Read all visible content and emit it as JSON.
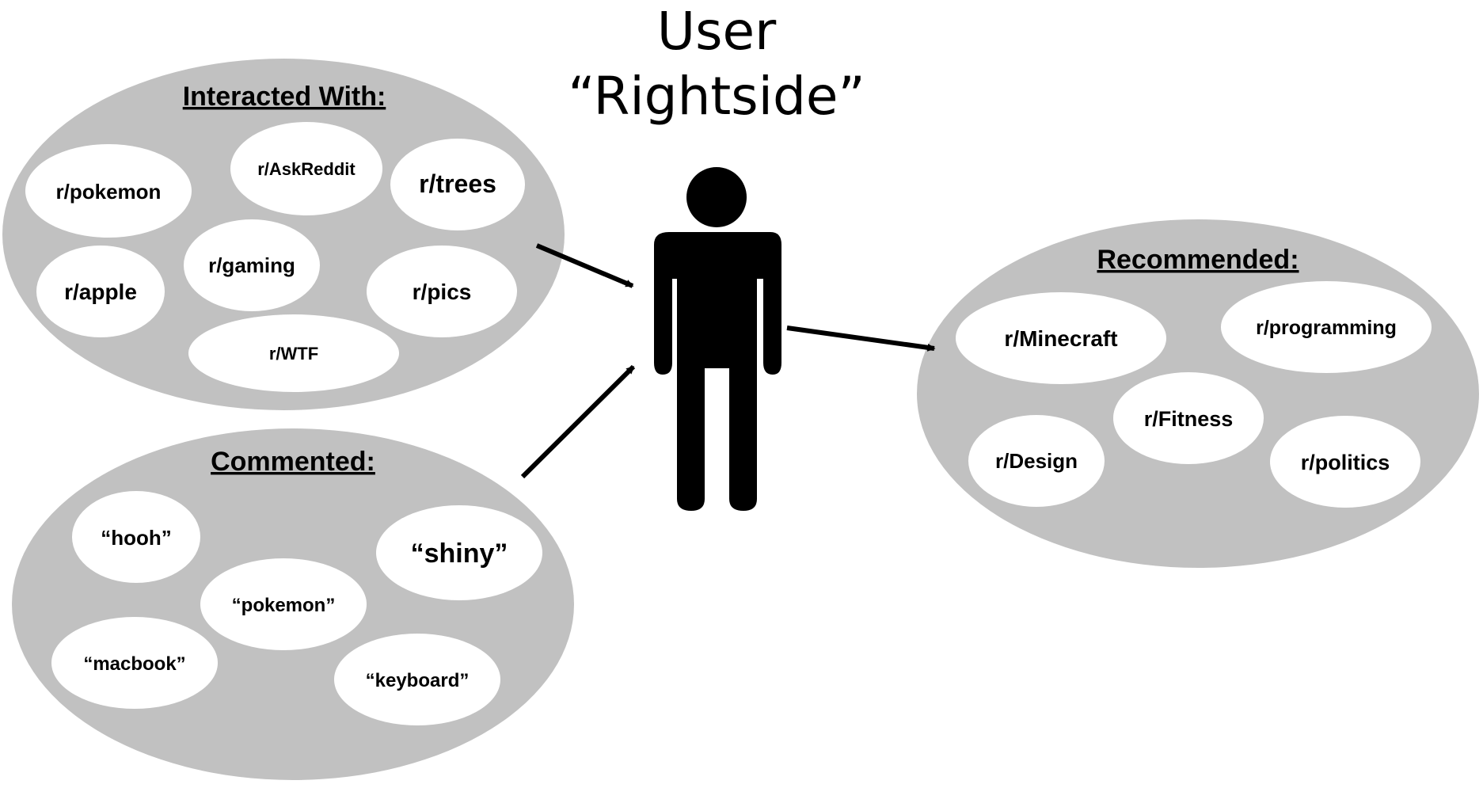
{
  "title": {
    "line1": "User",
    "line2": "“Rightside”"
  },
  "colors": {
    "group_fill": "#c1c1c1",
    "bubble_fill": "#ffffff",
    "ink": "#000000"
  },
  "groups": {
    "interacted": {
      "heading": "Interacted With:",
      "items": [
        "r/pokemon",
        "r/AskReddit",
        "r/trees",
        "r/apple",
        "r/gaming",
        "r/pics",
        "r/WTF"
      ]
    },
    "commented": {
      "heading": "Commented:",
      "items": [
        "“hooh”",
        "“shiny”",
        "“pokemon”",
        "“macbook”",
        "“keyboard”"
      ]
    },
    "recommended": {
      "heading": "Recommended:",
      "items": [
        "r/Minecraft",
        "r/programming",
        "r/Fitness",
        "r/Design",
        "r/politics"
      ]
    }
  },
  "user_icon": "person-icon"
}
